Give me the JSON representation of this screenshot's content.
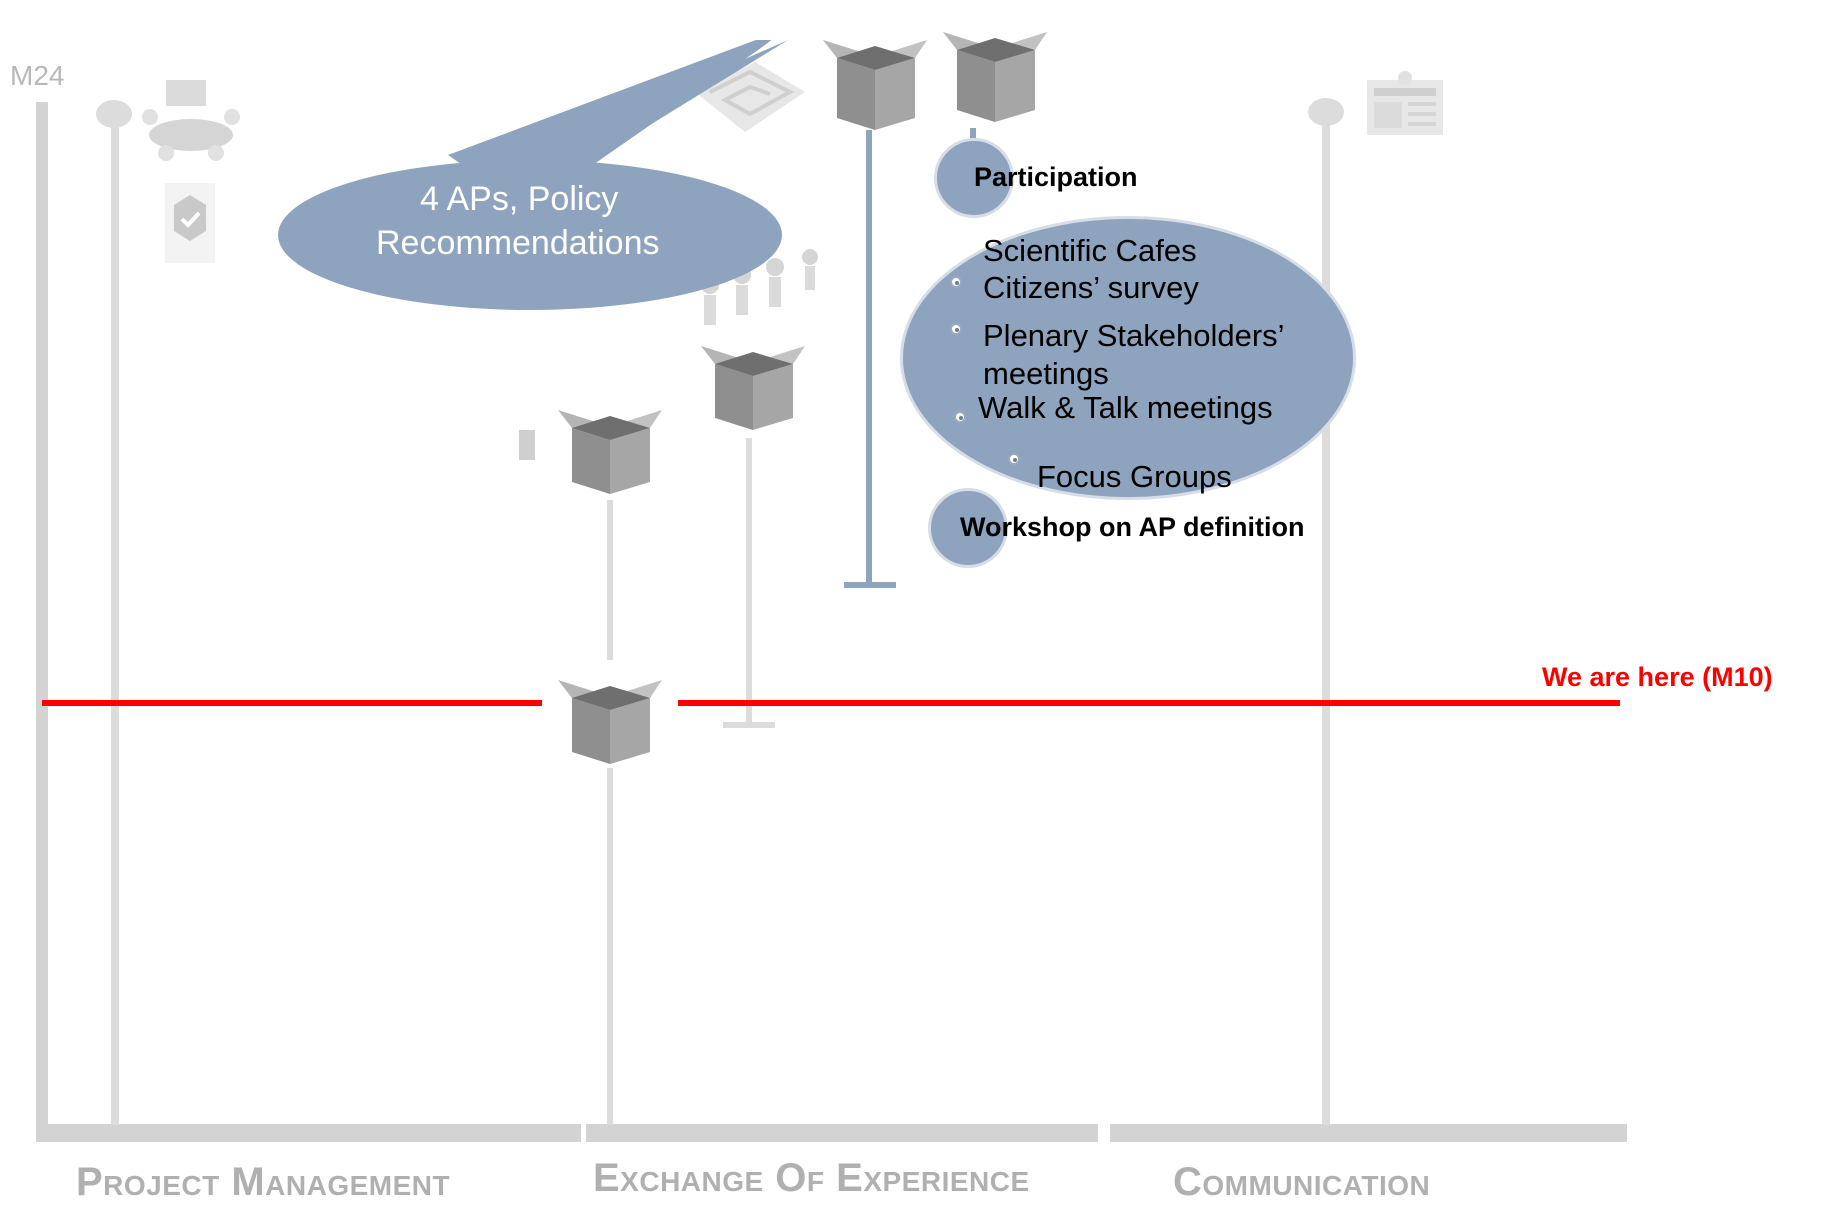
{
  "timeline": {
    "top_marker": "M24",
    "current_marker": "We are here (M10)"
  },
  "categories": [
    {
      "label": "Project Management"
    },
    {
      "label": "Exchange Of Experience"
    },
    {
      "label": "Communication"
    }
  ],
  "callout": {
    "text_line1": "4 APs, Policy",
    "text_line2": "Recommendations"
  },
  "activities": {
    "participation": "Participation",
    "list": [
      "Scientific Cafes",
      "Citizens’ survey",
      "Plenary Stakeholders’",
      "meetings",
      "Walk & Talk meetings",
      "Focus Groups"
    ],
    "workshop": "Workshop on AP definition"
  },
  "colors": {
    "current_line": "#ff0000",
    "bubble": "#8ea3bd",
    "axis": "#d3d3d3"
  }
}
